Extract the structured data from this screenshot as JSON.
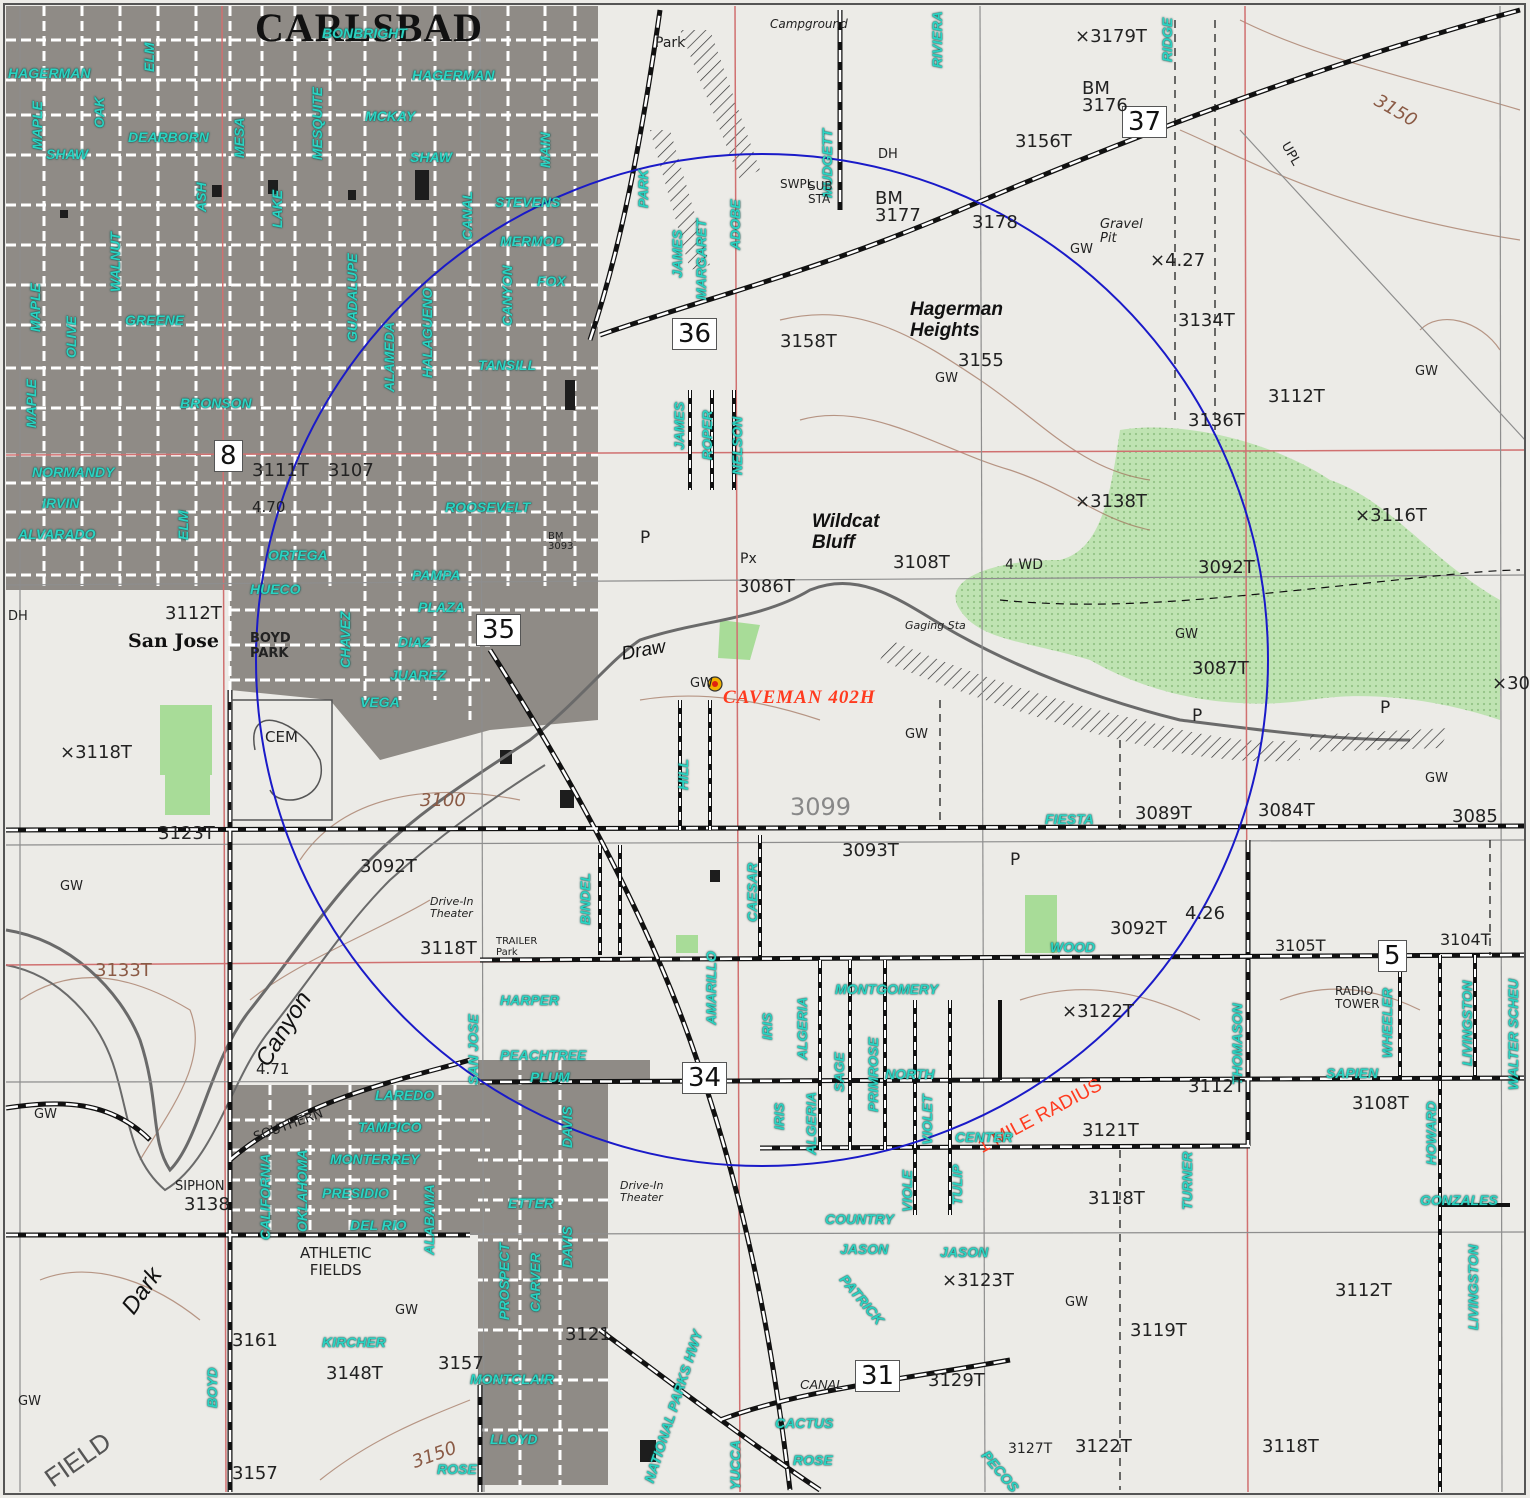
{
  "map": {
    "city_name": "CARLSBAD",
    "well": {
      "label": "CAVEMAN  402H"
    },
    "radius_label": "1 MILE RADIUS",
    "colors": {
      "urban": "#8f8b86",
      "paper": "#ecebe7",
      "vegetation": "#a8dc98",
      "street_text": "#2ad3c2",
      "radius_circle": "#1a1ac8",
      "well_label": "#ff3b1f",
      "section_line": "#d07070"
    },
    "section_numbers": [
      "8",
      "37",
      "36",
      "35",
      "34",
      "31",
      "5"
    ],
    "streets": {
      "bonbright": "BONBRIGHT",
      "hagerman_w": "HAGERMAN",
      "hagerman_e": "HAGERMAN",
      "mckay": "MCKAY",
      "dearborn": "DEARBORN",
      "shaw_w": "SHAW",
      "shaw_e": "SHAW",
      "stevens": "STEVENS",
      "mermod": "MERMOD",
      "fox": "FOX",
      "greene": "GREENE",
      "tansill": "TANSILL",
      "bronson": "BRONSON",
      "normandy": "NORMANDY",
      "irvin": "IRVIN",
      "alvarado": "ALVARADO",
      "roosevelt": "ROOSEVELT",
      "ortega": "ORTEGA",
      "pampa": "PAMPA",
      "hueco": "HUECO",
      "plaza": "PLAZA",
      "diaz": "DIAZ",
      "juarez": "JUAREZ",
      "vega": "VEGA",
      "fiesta": "FIESTA",
      "wood": "WOOD",
      "montgomery": "MONTGOMERY",
      "north": "NORTH",
      "center": "CENTER",
      "harper": "HARPER",
      "peachtree": "PEACHTREE",
      "plum": "PLUM",
      "laredo": "LAREDO",
      "tampico": "TAMPICO",
      "monterrey": "MONTERREY",
      "presidio": "PRESIDIO",
      "del_rio": "DEL RIO",
      "etter": "ETTER",
      "country": "COUNTRY",
      "jason_w": "JASON",
      "jason_e": "JASON",
      "kircher": "KIRCHER",
      "montclair": "MONTCLAIR",
      "lloyd": "LLOYD",
      "rose_w": "ROSE",
      "rose_e": "ROSE",
      "cactus": "CACTUS",
      "canal_s": "CANAL",
      "sapien": "SAPIEN",
      "gonzales": "GONZALES",
      "maple_1": "MAPLE",
      "oak": "OAK",
      "elm_n": "ELM",
      "ash": "ASH",
      "mesa": "MESA",
      "lake": "LAKE",
      "mesquite": "MESQUITE",
      "main": "MAIN",
      "canal_n": "CANAL",
      "walnut": "WALNUT",
      "maple_2": "MAPLE",
      "olive": "OLIVE",
      "guadalupe": "GUADALUPE",
      "alameda": "ALAMEDA",
      "halagueno": "HALAGUENO",
      "canyon_st": "CANYON",
      "maple_3": "MAPLE",
      "elm_s": "ELM",
      "chavez": "CHAVEZ",
      "park": "PARK",
      "james": "JAMES",
      "margaret": "MARGARET",
      "adobe": "ADOBE",
      "mudgett": "MUDGETT",
      "lames": "JAMES",
      "roper": "ROPER",
      "nelson": "NELSON",
      "hill": "HILL",
      "bindel": "BINDEL",
      "caesar": "CAESAR",
      "amarillo": "AMARILLO",
      "iris_n": "IRIS",
      "algeria_n": "ALGERIA",
      "sage": "SAGE",
      "primrose": "PRIMROSE",
      "violet": "VIOLET",
      "iris_s": "IRIS",
      "algeria_s": "ALGERIA",
      "viole": "VIOLE",
      "tulip": "TULIP",
      "turner": "TURNER",
      "thomason": "THOMASON",
      "wheeler": "WHEELER",
      "livingston_n": "LIVINGSTON",
      "walter_scheu": "WALTER SCHEU",
      "howard": "HOWARD",
      "livingston_s": "LIVINGSTON",
      "san_jose_st": "SAN JOSE",
      "davis_n": "DAVIS",
      "davis_s": "DAVIS",
      "california": "CALIFORNIA",
      "oklahoma": "OKLAHOMA",
      "alabama": "ALABAMA",
      "prospect": "PROSPECT",
      "carver": "CARVER",
      "boyd": "BOYD",
      "yucca": "YUCCA",
      "national_parks_hwy": "NATIONAL PARKS HWY",
      "patrick": "PATRICK",
      "ridge": "RIDGE",
      "riviera": "RIVIERA",
      "pecos": "PECOS"
    },
    "places": {
      "san_jose": "San Jose",
      "boyd_park": "BOYD\nPARK",
      "cem": "CEM",
      "hagerman_heights": "Hagerman\nHeights",
      "wildcat_bluff": "Wildcat\nBluff",
      "athletic_fields": "ATHLETIC\nFIELDS",
      "siphon": "SIPHON",
      "draw": "Draw",
      "canyon": "Canyon",
      "dark": "Dark",
      "southern": "SOUTHERN",
      "radio_tower": "RADIO\nTOWER",
      "drive_in_n": "Drive-In\nTheater",
      "drive_in_s": "Drive-In\nTheater",
      "trailer_park": "TRAILER\nPark",
      "park_top": "Park",
      "gravel_pit": "Gravel\nPit",
      "four_wd": "4 WD",
      "campground": "Campground",
      "upl": "UPL",
      "swpl": "SWPL",
      "sub_sta": "SUB\nSTA",
      "gaging_sta": "Gaging Sta",
      "fiel": "FIELD"
    },
    "elevations": [
      "×3179T",
      "BM\n3176",
      "3156T",
      "3150",
      "BM\n3177",
      "3178",
      "×4.27",
      "3134T",
      "3158T",
      "3155",
      "3112T",
      "3136T",
      "×3138T",
      "×3116T",
      "3108T",
      "3092T",
      "3086T",
      "3087T",
      "3112T",
      "×3118T",
      "3123T",
      "3092T",
      "3118T",
      "3099",
      "3093T",
      "3089T",
      "3084T",
      "3085",
      "3092T",
      "4.26",
      "3105T",
      "3104T",
      "3133T",
      "×3122T",
      "3112T",
      "3108T",
      "3121T",
      "3118T",
      "×3123T",
      "3119T",
      "3112T",
      "3161",
      "3157",
      "3148T",
      "3121",
      "3129T",
      "3127T",
      "3122T",
      "3118T",
      "3157",
      "3138",
      "3100",
      "3107",
      "3111T",
      "4.70",
      "4.71",
      "BM\n3093",
      "3150",
      "×30"
    ],
    "map_symbols": [
      "GW",
      "DH",
      "P",
      "Px"
    ]
  }
}
